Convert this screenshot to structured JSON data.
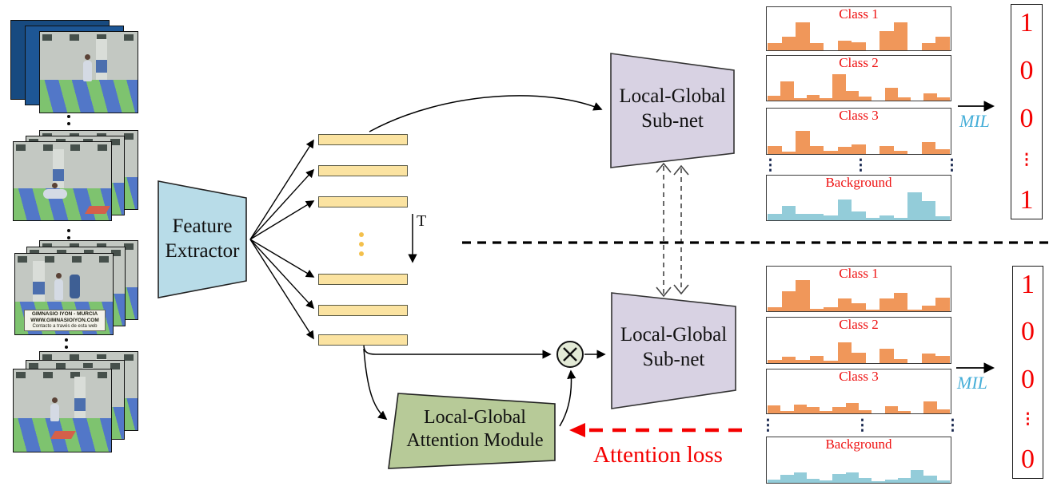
{
  "diagram": {
    "modules": {
      "feature_extractor": {
        "line1": "Feature",
        "line2": "Extractor"
      },
      "subnet_top": {
        "line1": "Local-Global",
        "line2": "Sub-net"
      },
      "subnet_bottom": {
        "line1": "Local-Global",
        "line2": "Sub-net"
      },
      "attention_module": {
        "line1": "Local-Global",
        "line2": "Attention Module"
      }
    },
    "labels": {
      "t": "T",
      "mil_top": "MIL",
      "mil_bottom": "MIL",
      "attention_loss": "Attention loss",
      "vdots": "⋮"
    },
    "video_caption": {
      "line1": "GIMNASIO IYON - MURCIA",
      "line2": "WWW.GIMNASIOIYON.COM",
      "line3": "Contacto a través de esta web"
    },
    "score_vectors": {
      "top": [
        "1",
        "0",
        "0",
        "⋮",
        "1"
      ],
      "bottom": [
        "1",
        "0",
        "0",
        "⋮",
        "0"
      ]
    },
    "colors": {
      "feature_extractor_fill": "#b8dce8",
      "subnet_fill": "#d8d2e3",
      "attention_module_fill": "#b7ca98",
      "feature_bar_fill": "#fbe3a1",
      "class_bar_orange": "#f0975a",
      "background_bar_blue": "#93ccd9",
      "label_red": "#ee1111",
      "mil_blue": "#45aed8",
      "attention_loss_red": "#f40000"
    }
  },
  "chart_data": [
    {
      "type": "bar",
      "group": "top",
      "title": "Class 1",
      "color": "#f0975a",
      "ylim": [
        0,
        1
      ],
      "values": [
        0.17,
        0.33,
        0.68,
        0.17,
        0,
        0.24,
        0.2,
        0,
        0.48,
        0.68,
        0,
        0.17,
        0.33
      ]
    },
    {
      "type": "bar",
      "group": "top",
      "title": "Class 2",
      "color": "#f0975a",
      "ylim": [
        0,
        1
      ],
      "values": [
        0.12,
        0.45,
        0.06,
        0.13,
        0.06,
        0.63,
        0.22,
        0.1,
        0,
        0.3,
        0.07,
        0,
        0.17,
        0.07
      ]
    },
    {
      "type": "bar",
      "group": "top",
      "title": "Class 3",
      "color": "#f0975a",
      "ylim": [
        0,
        1
      ],
      "values": [
        0.19,
        0.05,
        0.53,
        0.19,
        0.08,
        0.16,
        0.22,
        0,
        0.19,
        0.08,
        0,
        0.28,
        0.11
      ]
    },
    {
      "type": "bar",
      "group": "top",
      "title": "Background",
      "color": "#93ccd9",
      "ylim": [
        0,
        1
      ],
      "values": [
        0.15,
        0.34,
        0.15,
        0.15,
        0.12,
        0.49,
        0.21,
        0.05,
        0.11,
        0.05,
        0.67,
        0.46,
        0.09
      ]
    },
    {
      "type": "bar",
      "group": "bottom",
      "title": "Class 1",
      "color": "#f0975a",
      "ylim": [
        0,
        1
      ],
      "values": [
        0.1,
        0.47,
        0.74,
        0.05,
        0.1,
        0.3,
        0.18,
        0.04,
        0.3,
        0.44,
        0.04,
        0.13,
        0.32
      ]
    },
    {
      "type": "bar",
      "group": "bottom",
      "title": "Class 2",
      "color": "#f0975a",
      "ylim": [
        0,
        1
      ],
      "values": [
        0.07,
        0.15,
        0.07,
        0.17,
        0.05,
        0.48,
        0.24,
        0,
        0.33,
        0.09,
        0,
        0.23,
        0.17
      ]
    },
    {
      "type": "bar",
      "group": "bottom",
      "title": "Class 3",
      "color": "#f0975a",
      "ylim": [
        0,
        1
      ],
      "values": [
        0.19,
        0.06,
        0.22,
        0.16,
        0.06,
        0.16,
        0.25,
        0.08,
        0,
        0.17,
        0.06,
        0,
        0.28,
        0.09
      ]
    },
    {
      "type": "bar",
      "group": "bottom",
      "title": "Background",
      "color": "#93ccd9",
      "ylim": [
        0,
        1
      ],
      "values": [
        0.08,
        0.19,
        0.24,
        0.1,
        0.06,
        0.2,
        0.25,
        0.11,
        0.04,
        0.08,
        0.12,
        0.3,
        0.17,
        0.06
      ]
    }
  ]
}
